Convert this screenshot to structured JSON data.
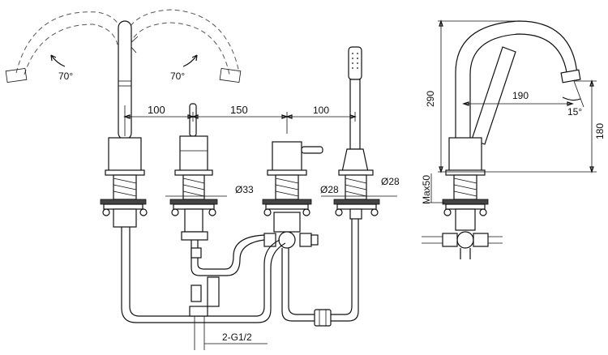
{
  "diagram": {
    "swing_left": "70°",
    "swing_right": "70°",
    "dim_100_a": "100",
    "dim_150": "150",
    "dim_100_b": "100",
    "dia_33": "Ø33",
    "dia_28_a": "Ø28",
    "dia_28_b": "Ø28",
    "thread": "2-G1/2",
    "height_290": "290",
    "reach_190": "190",
    "angle_15": "15°",
    "height_180": "180",
    "max_50": "Max50"
  }
}
